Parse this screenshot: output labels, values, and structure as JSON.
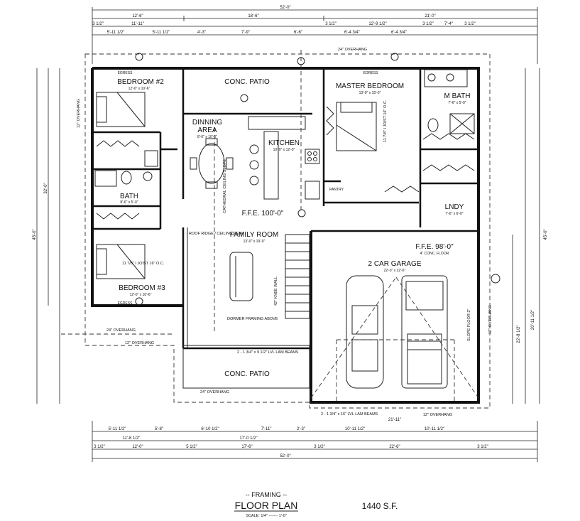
{
  "rooms": {
    "bedroom2": {
      "name": "BEDROOM #2",
      "size": "12'-0\" x 10'-6\"",
      "egress": "EGRESS"
    },
    "bedroom3": {
      "name": "BEDROOM #3",
      "size": "12'-0\" x 10'-6\"",
      "egress": "EGRESS"
    },
    "bath": {
      "name": "BATH",
      "size": "8'-6\" x 5'-0\""
    },
    "dining": {
      "name": "DINNING",
      "name2": "AREA",
      "size": "8'-6\" x 10'-0\""
    },
    "kitchen": {
      "name": "KITCHEN",
      "size": "10'-0\" x 12'-0\""
    },
    "master": {
      "name": "MASTER BEDROOM",
      "size": "13'-0\" x 15'-0\"",
      "egress": "EGRESS"
    },
    "mbath": {
      "name": "M BATH",
      "size": "7'-6\" x 5'-0\""
    },
    "pantry": {
      "name": "PANTRY"
    },
    "lndy": {
      "name": "LNDY",
      "size": "7'-6\" x 6'-0\""
    },
    "family": {
      "name": "FAMILY ROOM",
      "size": "13'-0\" x 19'-0\""
    },
    "garage": {
      "name": "2 CAR GARAGE",
      "size": "22'-0\" x 22'-6\""
    },
    "patio_top": {
      "name": "CONC. PATIO"
    },
    "patio_bottom": {
      "name": "CONC. PATIO"
    }
  },
  "ffe": {
    "main": "F.F.E. 100'-0\"",
    "garage": "F.F.E. 98'-0\"",
    "garage_floor": "4\" CONC. FLOOR"
  },
  "notes": {
    "overhang_24_top": "24\" OVERHANG",
    "overhang_24_left": "24\" OVERHANG",
    "overhang_24_bottom": "24\" OVERHANG",
    "overhang_12_left": "12\" OVERHANG",
    "overhang_12_mid": "12\" OVERHANG",
    "overhang_12_right": "12\" OVERHANG",
    "overhang_12_bottom": "12\" OVERHANG",
    "roof_ridge": "ROOF RIDGE / CEILING PEAK",
    "cathedral": "CATHEDRAL CEILING SLOPE",
    "knee_wall": "42\" KNEE WALL",
    "dormer": "DORMER FRAMING ABOVE",
    "lam_beams_1": "2 - 1 3/4\" x 9 1/2\" LVL LAM BEAMS",
    "lam_beams_2": "2 - 1 3/4\" x 16\" LVL LAM BEAMS",
    "slope_floor": "SLOPE FLOOR 2\"",
    "joist_master": "11 7/8\" I JOIST 16\" O.C.",
    "joist_bed": "11 7/8\" I JOIST 16\" O.C."
  },
  "dims": {
    "top_total": "52'-0\"",
    "top_row2": [
      "12'-6\"",
      "18'-6\"",
      "21'-0\""
    ],
    "top_row3": [
      "3 1/2\"",
      "11'-11\"",
      "3 1/2\"",
      "12'-9 1/2\"",
      "3 1/2\"",
      "7'-4\"",
      "3 1/2\""
    ],
    "top_row4": [
      "5'-11 1/2\"",
      "5'-11 1/2\"",
      "4'-3\"",
      "7'-9\"",
      "6'-6\"",
      "6'-4 3/4\"",
      "6'-4 3/4\""
    ],
    "bottom_row1": [
      "5'-11 1/2\"",
      "5'-8\"",
      "6'-10 1/2\"",
      "7'-11\"",
      "2'-3\"",
      "10'-11 1/2\"",
      "21'-11\"",
      "10'-11 1/2\""
    ],
    "bottom_row2": [
      "11'-8 1/2\"",
      "17'-0 1/2\""
    ],
    "bottom_row3": [
      "3 1/2\"",
      "12'-0\"",
      "5 1/2\"",
      "17'-6\"",
      "3 1/2\"",
      "22'-6\"",
      "3 1/2\""
    ],
    "bottom_total": "52'-0\"",
    "left_total": "45'-0\"",
    "left_mid": "32'-0\"",
    "right_total": "45'-0\"",
    "right_mid": "20'-11 1/2\"",
    "right_mid2": "22'-8 1/2\""
  },
  "title": {
    "sub": "-- FRAMING --",
    "main": "FLOOR PLAN",
    "scale": "SCALE: 1/4\" ------- 1'-0\"",
    "area": "1440 S.F."
  }
}
